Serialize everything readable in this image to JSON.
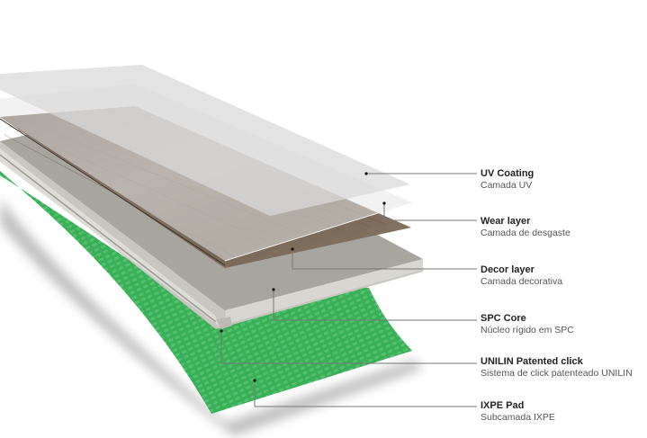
{
  "diagram": {
    "subject": "SPC flooring layer cross-section",
    "colors": {
      "uv_coating": "#dcdcdc",
      "wear_layer": "#cfcfcf",
      "decor_wood": "#7a6a5c",
      "spc_core": "#a9a6a1",
      "click_profile": "#d4d2cd",
      "ixpe_pad": "#3fb85e",
      "leader_line": "#777777"
    },
    "layers": [
      {
        "title": "UV Coating",
        "subtitle": "Camada UV"
      },
      {
        "title": "Wear layer",
        "subtitle": "Camada de desgaste"
      },
      {
        "title": "Decor layer",
        "subtitle": "Camada decorativa"
      },
      {
        "title": "SPC Core",
        "subtitle": "Núcleo rígido em SPC"
      },
      {
        "title": "UNILIN Patented click",
        "subtitle": "Sistema de click patenteado UNILIN"
      },
      {
        "title": "IXPE Pad",
        "subtitle": "Subcamada IXPE"
      }
    ]
  }
}
